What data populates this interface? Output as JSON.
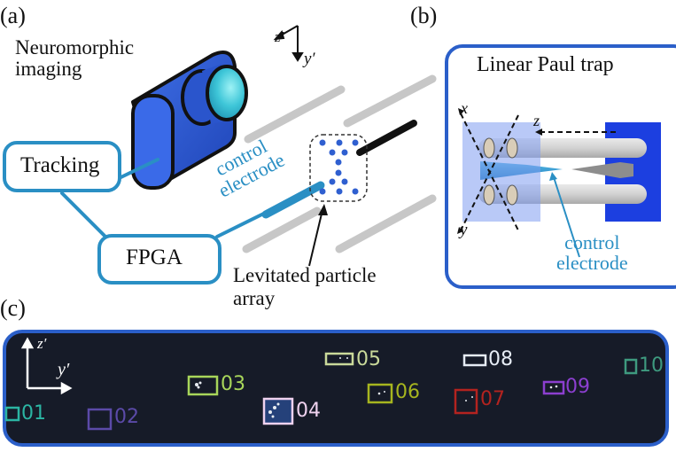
{
  "panels": {
    "a": {
      "label": "(a)"
    },
    "b": {
      "label": "(b)"
    },
    "c": {
      "label": "(c)"
    }
  },
  "panel_a": {
    "camera_label_line1": "Neuromorphic",
    "camera_label_line2": "imaging",
    "tracking_box": "Tracking",
    "fpga_box": "FPGA",
    "control_electrode_line1": "control",
    "control_electrode_line2": "electrode",
    "particle_array_line1": "Levitated particle",
    "particle_array_line2": "array",
    "axis_z": "z′",
    "axis_y": "y′"
  },
  "panel_b": {
    "title": "Linear Paul trap",
    "axis_x": "x",
    "axis_y": "y",
    "axis_z": "z",
    "control_electrode_line1": "control",
    "control_electrode_line2": "electrode"
  },
  "panel_c": {
    "axis_z": "z′",
    "axis_y": "y′",
    "tracks": [
      {
        "id": "01",
        "color": "#2bb5a3"
      },
      {
        "id": "02",
        "color": "#5b4aa8"
      },
      {
        "id": "03",
        "color": "#a8d65a"
      },
      {
        "id": "04",
        "color": "#efd2ef"
      },
      {
        "id": "05",
        "color": "#c9d99a"
      },
      {
        "id": "06",
        "color": "#a6b51f"
      },
      {
        "id": "07",
        "color": "#b3231f"
      },
      {
        "id": "08",
        "color": "#e6ecf5"
      },
      {
        "id": "09",
        "color": "#8c3fd0"
      },
      {
        "id": "10",
        "color": "#3e9a7f"
      }
    ]
  },
  "colors": {
    "accent_blue": "#2a8fc4",
    "frame_blue": "#2b5fc9",
    "camera_blue": "#2f5fd8",
    "dark_bg": "#161b28"
  }
}
